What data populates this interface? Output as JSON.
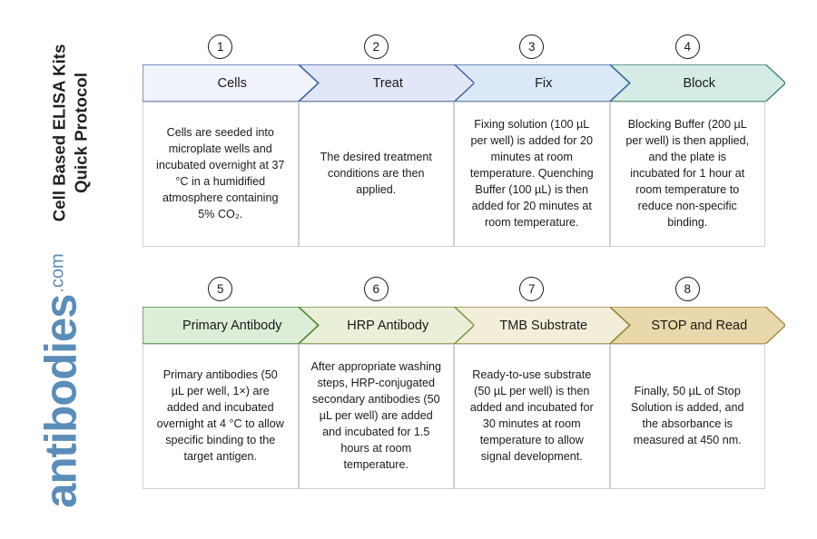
{
  "header": {
    "title": "Cell Based ELISA Kits\nQuick Protocol"
  },
  "brand": {
    "name": "antibodies",
    "tld": ".com"
  },
  "diagram": {
    "type": "chevron-process-flow",
    "rows": 2,
    "steps_per_row": 4,
    "rows_data": [
      {
        "steps": [
          {
            "number": "1",
            "label": "Cells",
            "fill": "#f0f3fb",
            "stroke": "#4a6fa5",
            "description": "Cells are seeded into microplate wells and incubated overnight at 37 °C in a humidified atmosphere containing 5% CO₂."
          },
          {
            "number": "2",
            "label": "Treat",
            "fill": "#e2e7f8",
            "stroke": "#3f5fa0",
            "description": "The desired treatment conditions are then applied."
          },
          {
            "number": "3",
            "label": "Fix",
            "fill": "#dbe8f8",
            "stroke": "#3f6ea8",
            "description": "Fixing solution (100 µL per well) is added for 20 minutes at room temperature. Quenching Buffer (100 µL) is then added for 20 minutes at room temperature."
          },
          {
            "number": "4",
            "label": "Block",
            "fill": "#d5ece6",
            "stroke": "#3f7f79",
            "description": "Blocking Buffer (200 µL per well) is then applied, and the plate is incubated for 1 hour at room temperature to reduce non-specific binding."
          }
        ]
      },
      {
        "steps": [
          {
            "number": "5",
            "label": "Primary Antibody",
            "fill": "#ddeed8",
            "stroke": "#4f8a42",
            "description": "Primary antibodies (50 µL per well, 1×) are added and incubated overnight at 4 °C to allow specific binding to the target antigen."
          },
          {
            "number": "6",
            "label": "HRP Antibody",
            "fill": "#eaf0d8",
            "stroke": "#7b8f3c",
            "description": "After appropriate washing steps, HRP-conjugated secondary antibodies (50 µL per well) are added and incubated for 1.5 hours at room temperature."
          },
          {
            "number": "7",
            "label": "TMB Substrate",
            "fill": "#f3eeda",
            "stroke": "#9a8a3e",
            "description": "Ready-to-use substrate (50 µL per well) is then added and incubated for 30 minutes at room temperature to allow signal development."
          },
          {
            "number": "8",
            "label": "STOP and Read",
            "fill": "#e8d8ab",
            "stroke": "#a58a46",
            "description": "Finally, 50 µL of Stop Solution is added, and the absorbance is measured at 450 nm."
          }
        ]
      }
    ]
  }
}
